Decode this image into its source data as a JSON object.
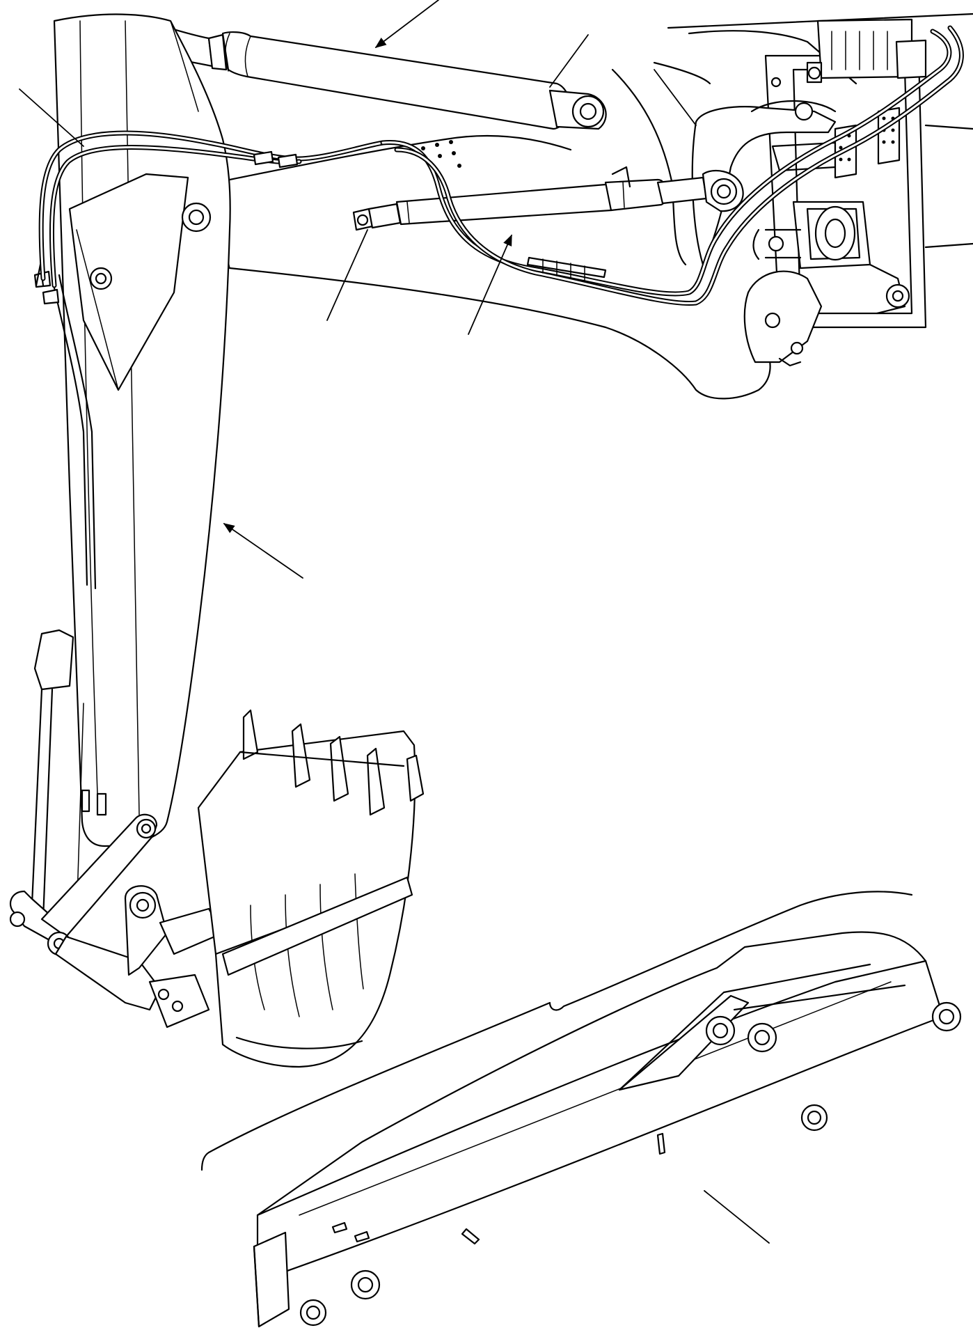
{
  "figure": {
    "callouts": [
      {
        "id": "arrow-boom-cylinder",
        "kind": "arrow"
      },
      {
        "id": "leader-upper-right-1",
        "kind": "leader"
      },
      {
        "id": "leader-upper-right-2",
        "kind": "leader"
      },
      {
        "id": "leader-upper-left",
        "kind": "leader"
      },
      {
        "id": "leader-dipper-cylinder",
        "kind": "leader"
      },
      {
        "id": "arrow-hose",
        "kind": "arrow"
      },
      {
        "id": "arrow-dipper-arm",
        "kind": "arrow"
      },
      {
        "id": "leader-inset-arm",
        "kind": "leader"
      }
    ],
    "colors": {
      "ink": "#000000",
      "paper": "#ffffff"
    }
  }
}
